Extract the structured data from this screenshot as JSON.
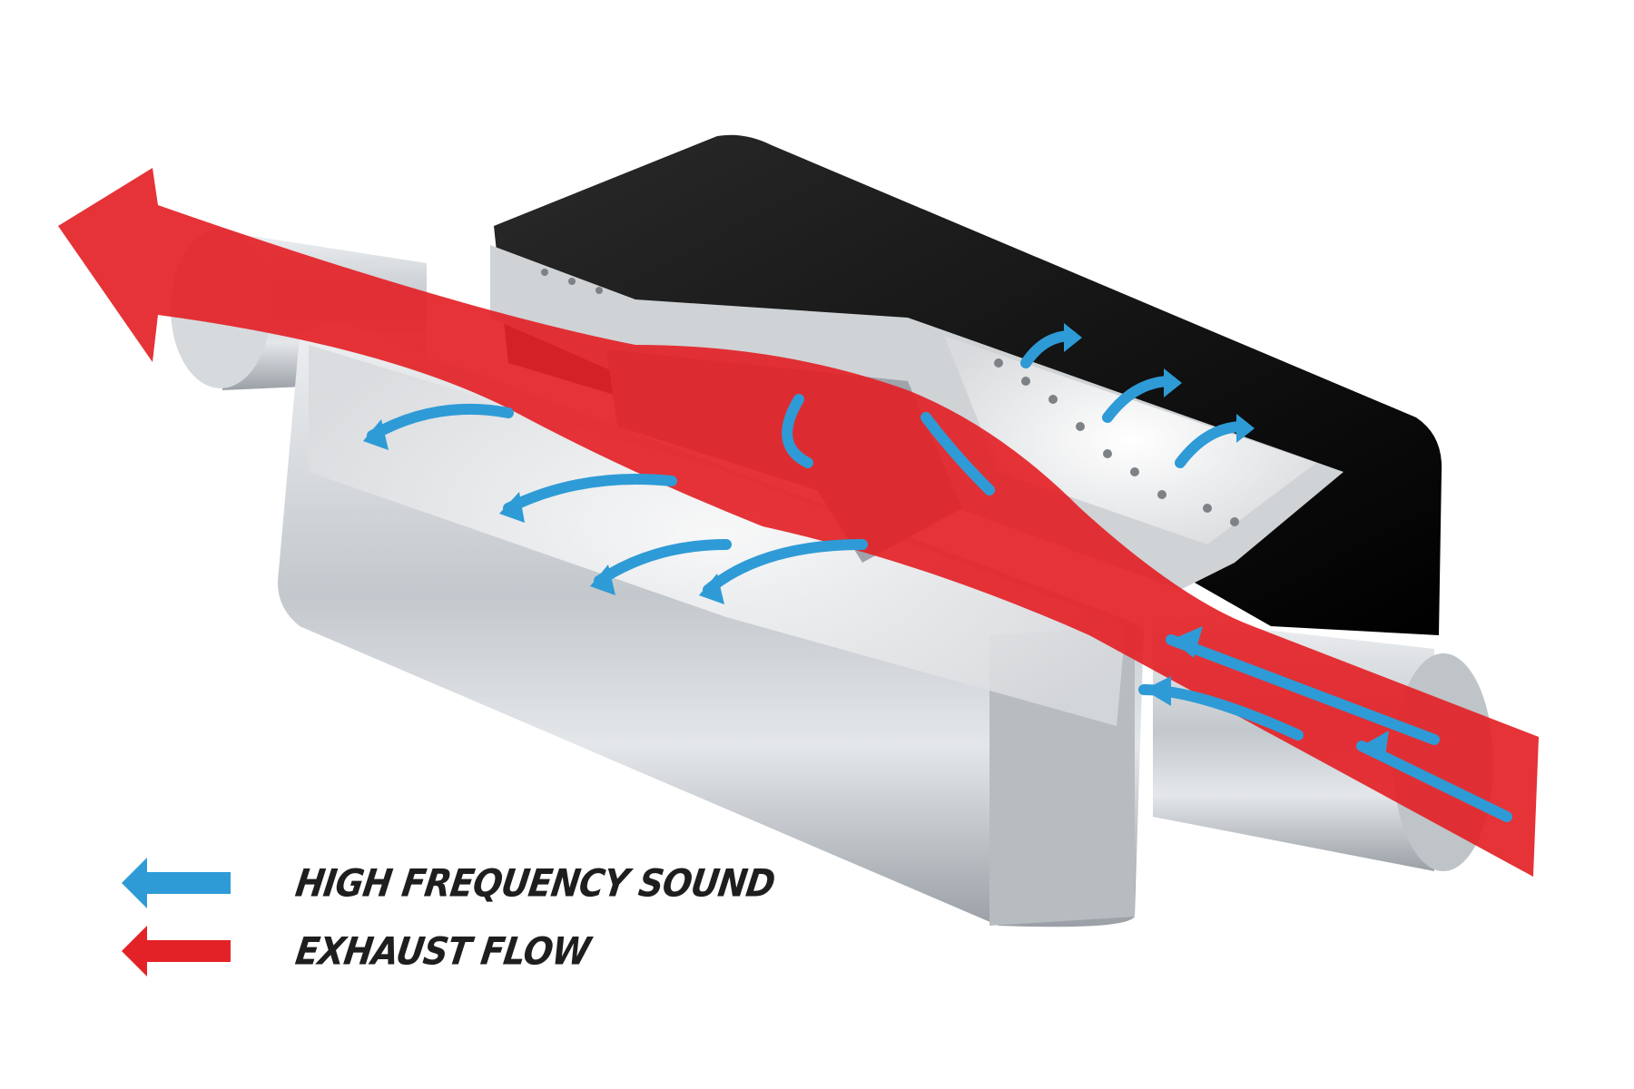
{
  "title": "Muffler cutaway: sound and exhaust flow",
  "colors": {
    "sound": "#2e9bd6",
    "exhaust": "#e32227",
    "casing": "#111111",
    "steel": "#c9cdd1"
  },
  "legend": [
    {
      "label": "HIGH FREQUENCY SOUND",
      "icon": "blue-arrow-left-icon"
    },
    {
      "label": "EXHAUST FLOW",
      "icon": "red-arrow-left-icon"
    }
  ]
}
